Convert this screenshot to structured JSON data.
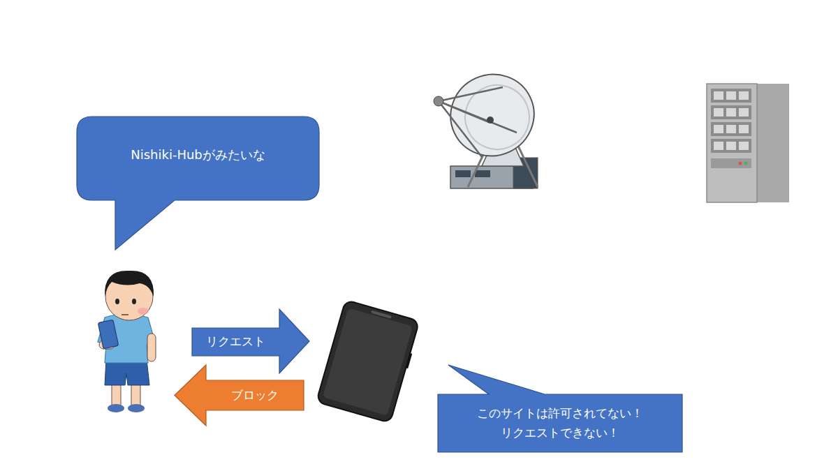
{
  "diagram": {
    "nodes": [
      {
        "text": [
          "Nishiki-Hubがみたいな"
        ]
      },
      {
        "text": [
          "リクエスト"
        ]
      },
      {
        "text": [
          "ブロック"
        ]
      },
      {
        "text": [
          "このサイトは許可されてない！ リクエストできない！"
        ]
      }
    ]
  }
}
